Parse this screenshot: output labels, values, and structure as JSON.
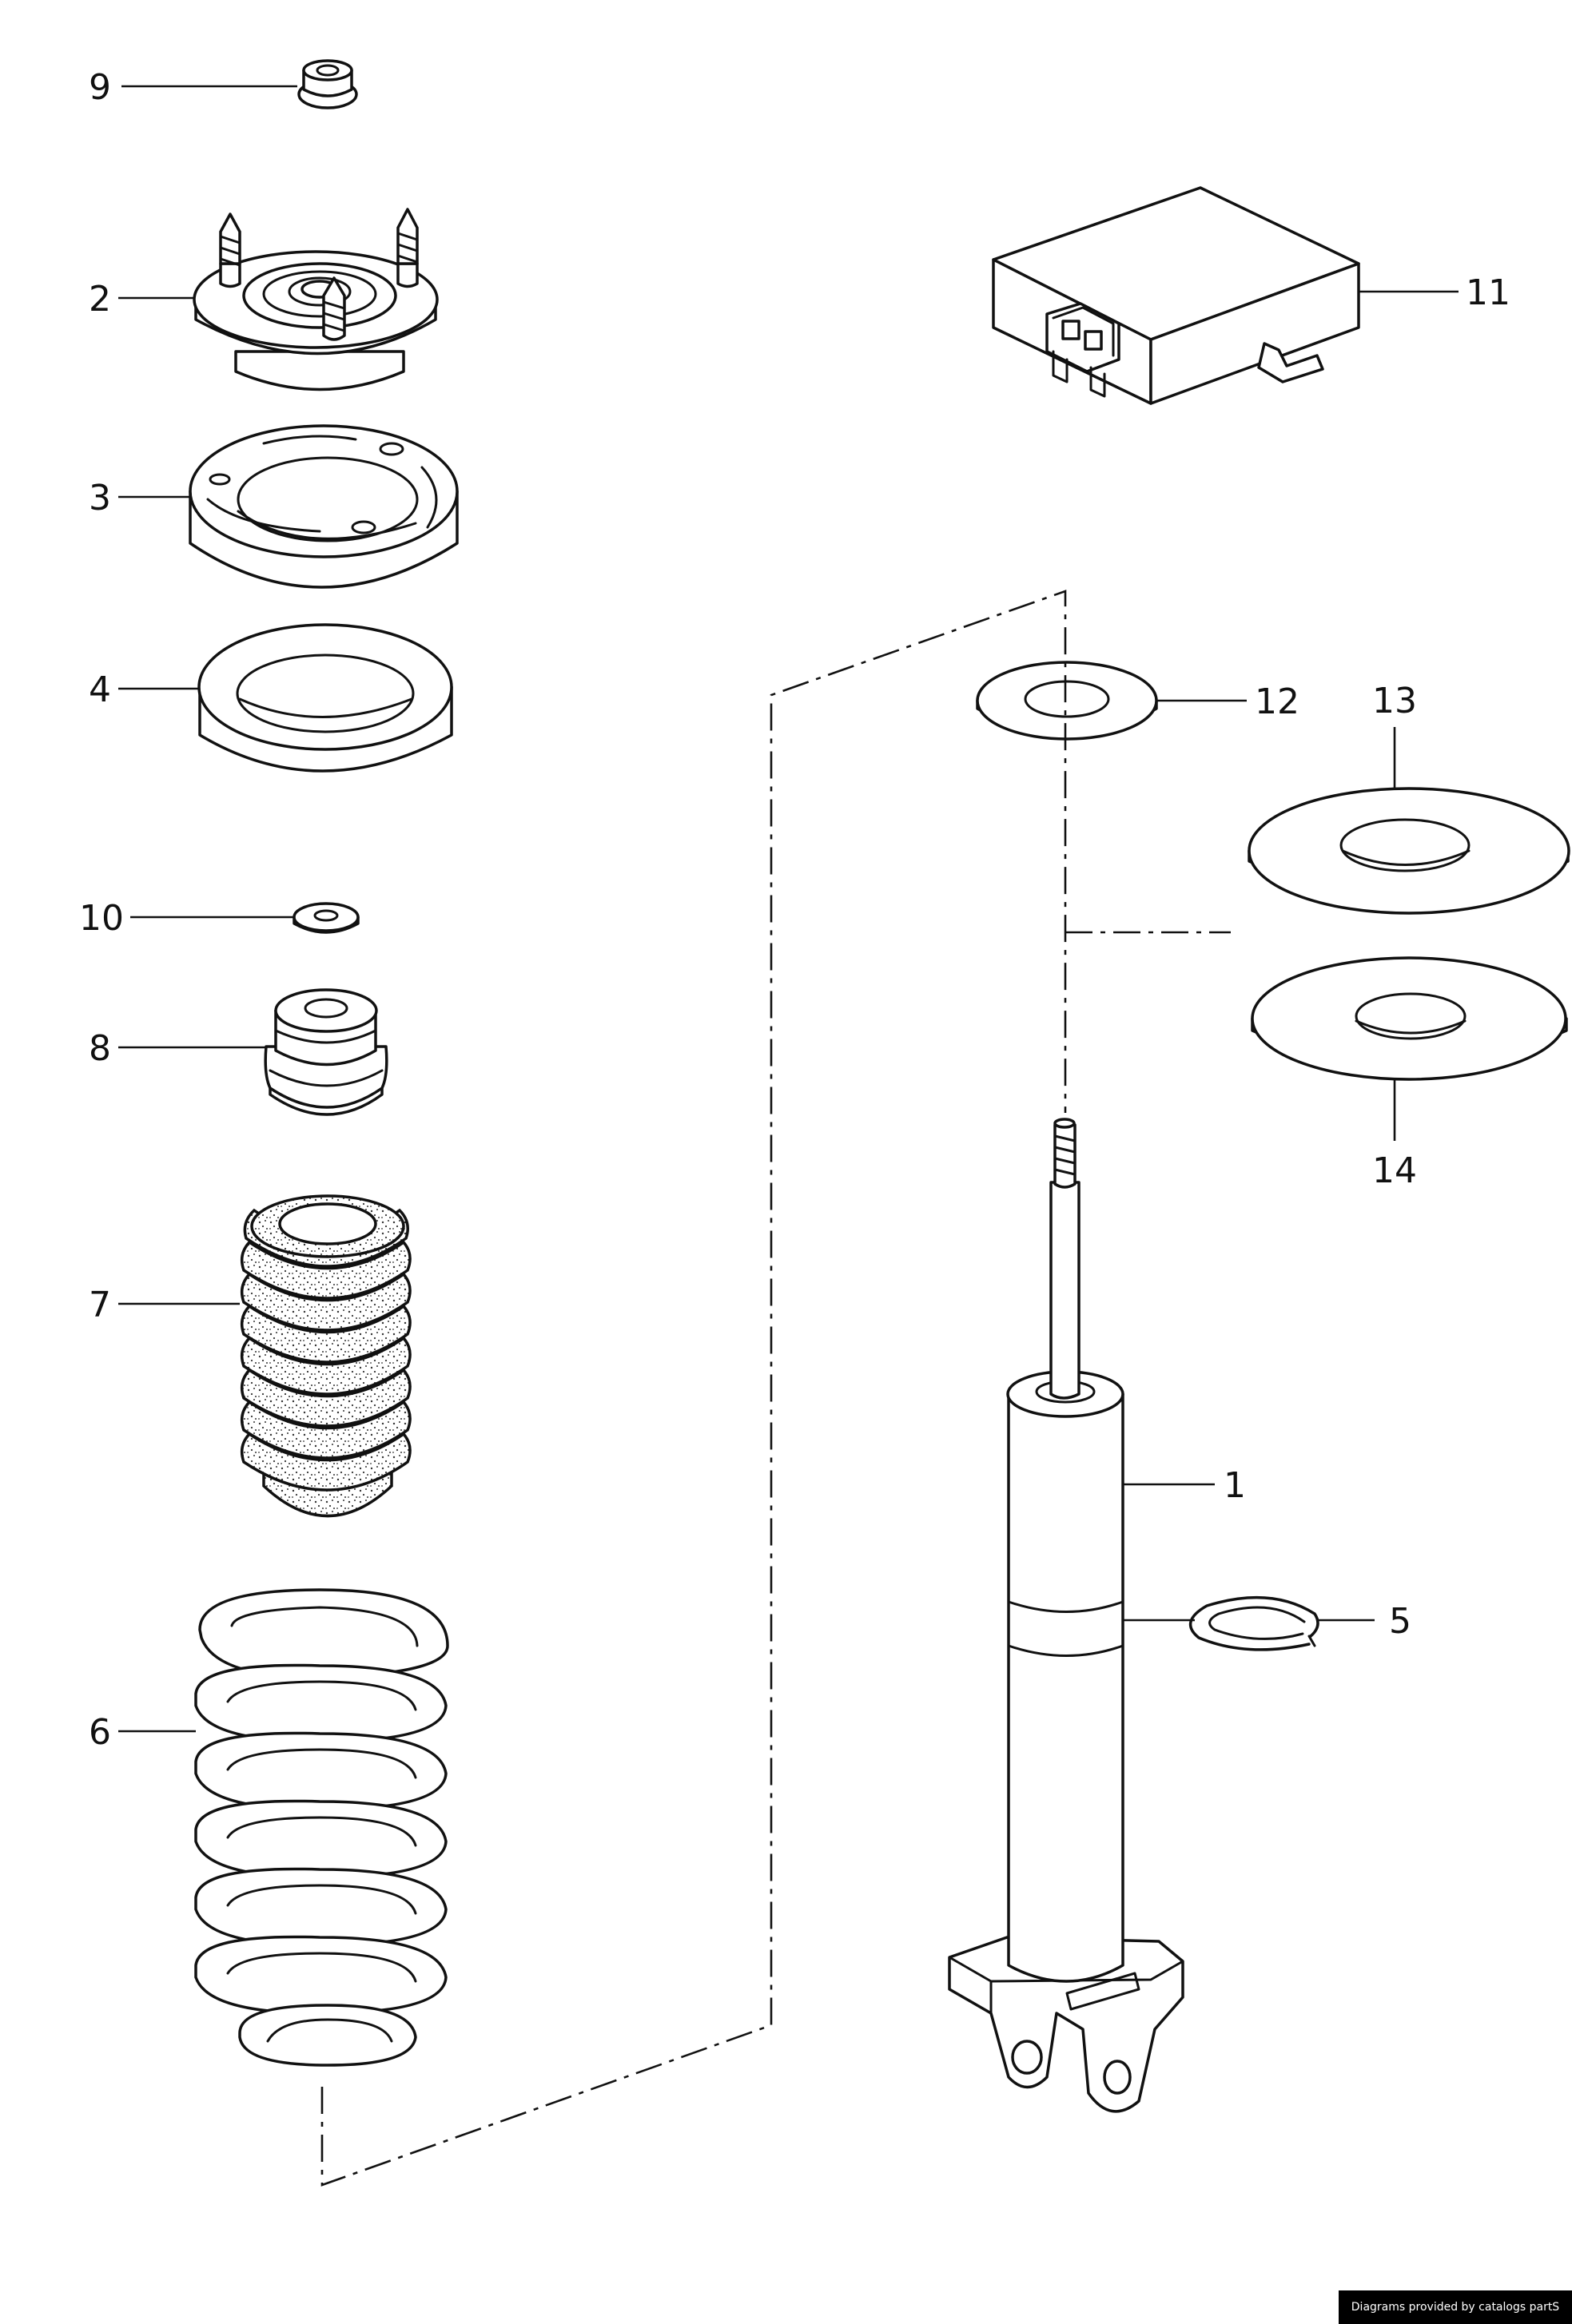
{
  "callouts": {
    "c1": "1",
    "c2": "2",
    "c3": "3",
    "c4": "4",
    "c5": "5",
    "c6": "6",
    "c7": "7",
    "c8": "8",
    "c9": "9",
    "c10": "10",
    "c11": "11",
    "c12": "12",
    "c13": "13",
    "c14": "14"
  },
  "credit": "Diagrams provided by catalogs partS",
  "colors": {
    "line": "#111111",
    "background": "#ffffff",
    "credit_bar": "#000000"
  }
}
